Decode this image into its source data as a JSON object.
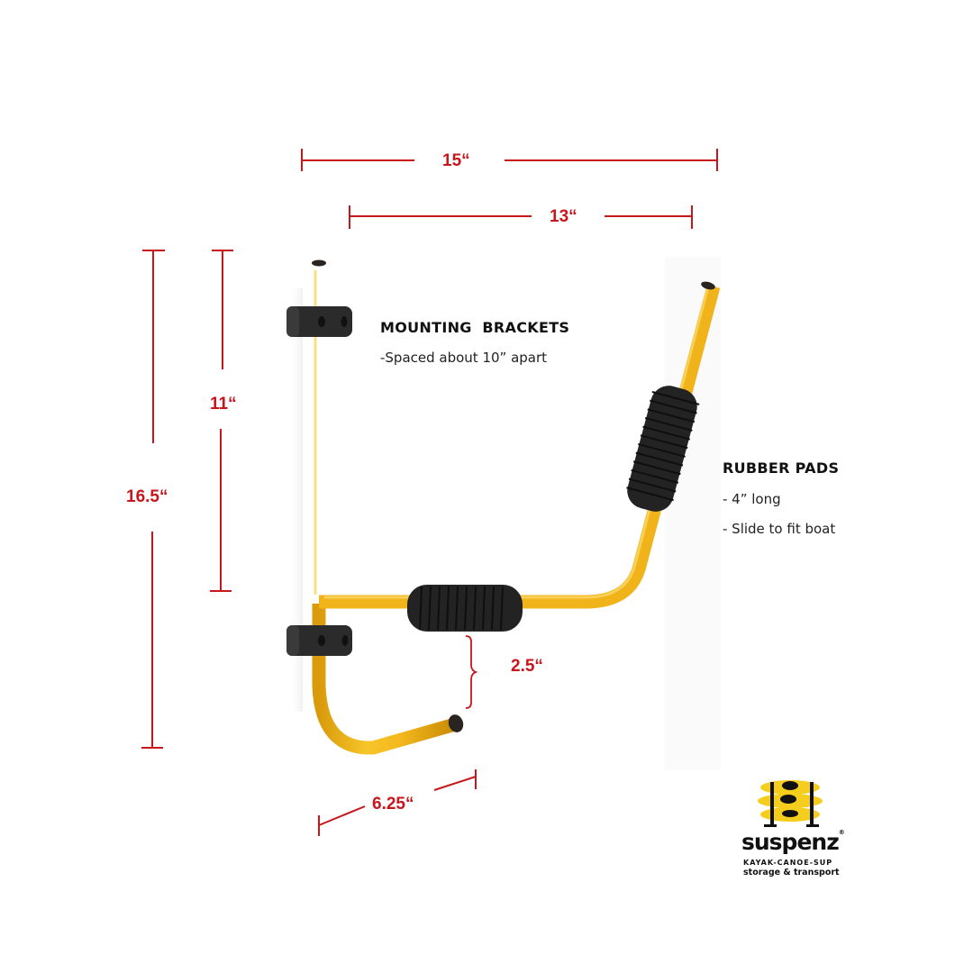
{
  "dimensions": {
    "width_total": "15“",
    "width_inner": "13“",
    "height_total": "16.5“",
    "height_upper": "11“",
    "hook_gap": "2.5“",
    "hook_length": "6.25“"
  },
  "callouts": {
    "mounting": {
      "title": "MOUNTING  BRACKETS",
      "lines": [
        "-Spaced about 10” apart"
      ]
    },
    "pads": {
      "title": "RUBBER PADS",
      "lines": [
        "- 4” long",
        "- Slide to fit boat"
      ]
    }
  },
  "brand": {
    "name": "suspenz",
    "registered": "®",
    "tagline_1": "KAYAK-CANOE-SUP",
    "tagline_2": "storage & transport"
  },
  "colors": {
    "dimension_red": "#c8161d",
    "rack_yellow": "#f2b71c",
    "rubber_black": "#232323"
  }
}
